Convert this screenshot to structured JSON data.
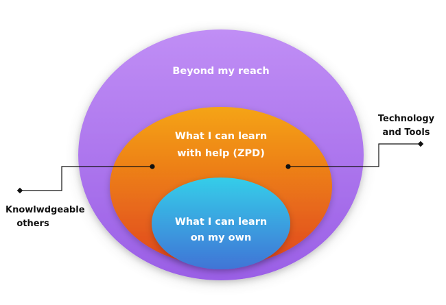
{
  "zones": {
    "outer": {
      "label": "Beyond my reach",
      "color_top": "#c08ef5",
      "color_bottom": "#9a5fe6"
    },
    "middle": {
      "label_line1": "What I can learn",
      "label_line2": "with help (ZPD)",
      "color_top": "#f5a417",
      "color_bottom": "#e0461c"
    },
    "inner": {
      "label_line1": "What I can learn",
      "label_line2": "on my own",
      "color_top": "#35cde9",
      "color_bottom": "#4074d6"
    }
  },
  "callouts": {
    "left": {
      "label_line1": "Knowlwdgeable",
      "label_line2": "others"
    },
    "right": {
      "label_line1": "Technology",
      "label_line2": "and Tools"
    }
  },
  "connector_color": "#111111"
}
